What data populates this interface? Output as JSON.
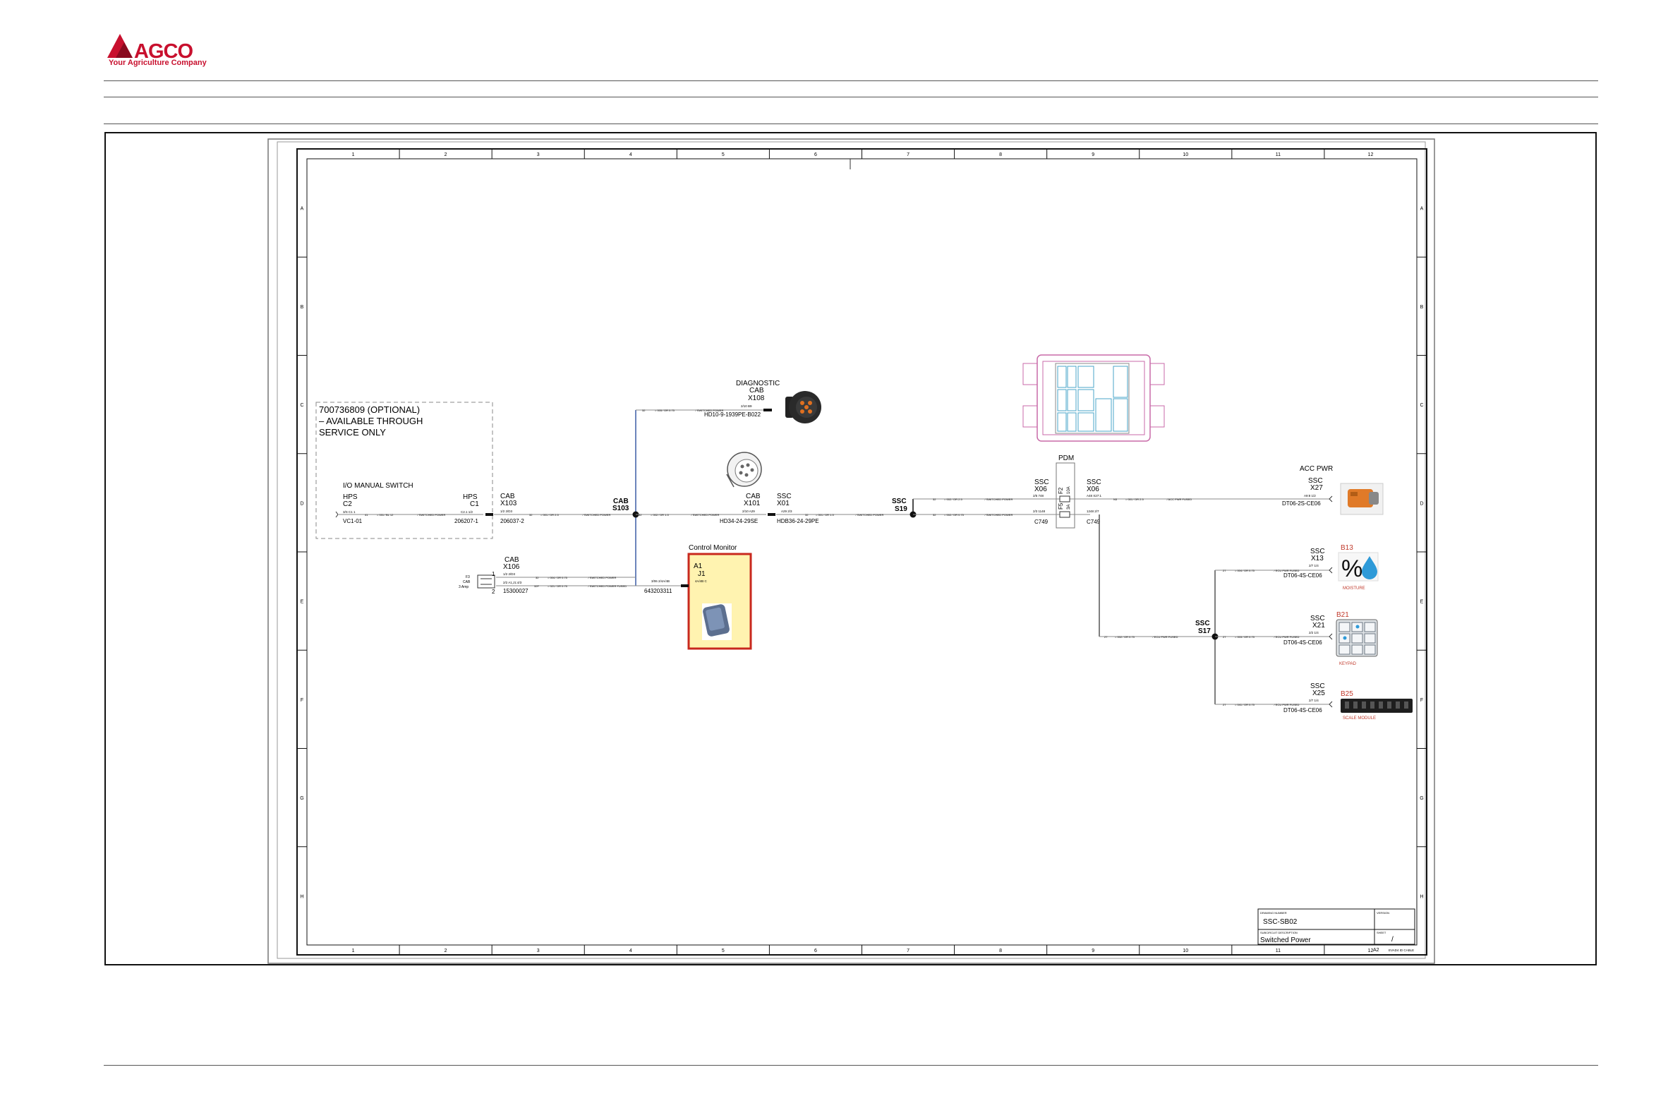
{
  "logo": {
    "brand": "AGCO",
    "tagline": "Your Agriculture Company",
    "color": "#c8102e"
  },
  "grid": {
    "columns": [
      "1",
      "2",
      "3",
      "4",
      "5",
      "6",
      "7",
      "8",
      "9",
      "10",
      "11",
      "12"
    ],
    "rows": [
      "A",
      "B",
      "C",
      "D",
      "E",
      "F",
      "G",
      "H"
    ]
  },
  "optional_note": {
    "line1": "700736809 (OPTIONAL)",
    "line2": "– AVAILABLE THROUGH",
    "line3": "SERVICE ONLY"
  },
  "components": {
    "io_switch": {
      "title": "I/O MANUAL SWITCH",
      "left_line1": "HPS",
      "left_line2": "C2",
      "left_part": "VC1-01",
      "right_line1": "HPS",
      "right_line2": "C1",
      "right_part": "206207-1",
      "pins": "3/S  C1 1",
      "pins2": "C2.1  1/2"
    },
    "cab_x103": {
      "line1": "CAB",
      "line2": "X103",
      "part": "206037-2",
      "pins": "1/2  2/D3"
    },
    "cab_s103": {
      "line1": "CAB",
      "line2": "S103"
    },
    "diagnostic": {
      "line1": "DIAGNOSTIC",
      "line2": "CAB",
      "line3": "X108",
      "part": "HD10-9-1939PE-B022",
      "pins": "2/10  B9"
    },
    "cab_x101": {
      "line1": "CAB",
      "line2": "X101",
      "part": "HD34-24-29SE",
      "pins": "2/10  A29"
    },
    "ssc_x01": {
      "line1": "SSC",
      "line2": "X01",
      "part": "HDB36-24-29PE",
      "pins": "A29  2/3"
    },
    "ssc_s19": {
      "line1": "SSC",
      "line2": "S19"
    },
    "ssc_x06_left": {
      "line1": "SSC",
      "line2": "X06",
      "part": "C749",
      "pins": "2/5  748",
      "pins2": "2/3  1148"
    },
    "ssc_x06_right": {
      "line1": "SSC",
      "line2": "X06",
      "part": "C749",
      "pins": "A48  X27:1",
      "pins2": "1248 2/7"
    },
    "fuse_f2": {
      "label": "F2",
      "rating": "10A"
    },
    "fuse_f5": {
      "label": "F5",
      "rating": "3A"
    },
    "pdm": {
      "label": "PDM"
    },
    "acc_pwr": {
      "title": "ACC PWR",
      "line1": "SSC",
      "line2": "X27",
      "part": "DT06-2S-CE06",
      "pins": "A9:8  1/2"
    },
    "cab_x106": {
      "line1": "CAB",
      "line2": "X106",
      "part": "15300027",
      "pins": "1/2  2/D3",
      "pins2": "2/2  A1,J1:4/3",
      "fuse_label": "F3",
      "fuse_loc": "CAB",
      "fuse_amp": "3 Amp",
      "pin1": "1",
      "pin2": "2"
    },
    "control_monitor": {
      "title": "Control Monitor",
      "line1": "A1",
      "line2": "J1",
      "part": "643203311",
      "pins": "4A/4B  C",
      "pins2": "3/06  2/4A/4B",
      "fill": "#fff3b0",
      "border": "#c8281e"
    },
    "ssc_s17": {
      "line1": "SSC",
      "line2": "S17"
    },
    "moisture": {
      "ref": "B13",
      "line1": "SSC",
      "line2": "X13",
      "part": "DT06-4S-CE06",
      "caption": "MOISTURE",
      "pins": "2/7  1/4",
      "glyph": "%",
      "drop_glyph": "💧"
    },
    "keypad": {
      "ref": "B21",
      "line1": "SSC",
      "line2": "X21",
      "part": "DT06-4S-CE06",
      "caption": "KEYPAD",
      "pins": "2/2  1/4"
    },
    "scale": {
      "ref": "B25",
      "line1": "SSC",
      "line2": "X25",
      "part": "DT06-4S-CE06",
      "caption": "SCALE MODULE",
      "pins": "2/7  1/4"
    }
  },
  "wires": {
    "w1": {
      "gauge": "= 031 ⁄ BL 12",
      "label": "⁄ SWITCHED POWER",
      "num": "41"
    },
    "w2": {
      "gauge": "= 001 ⁄ OR 2.5",
      "label": "⁄ SWITCHED POWER",
      "num": "32"
    },
    "w3": {
      "gauge": "= 002 ⁄ OR 1.5",
      "label": "⁄ SWITCHED POWER",
      "num": "32"
    },
    "w4": {
      "gauge": "= 001 ⁄ OR 1.5",
      "label": "⁄ SWITCHED POWER",
      "num": "32"
    },
    "w5": {
      "gauge": "= 005 ⁄ OR 0.75",
      "label": "⁄ SWITCHED POWER",
      "num": "32"
    },
    "w6": {
      "gauge": "= 002 ⁄ OR 2.5",
      "label": "⁄ SWITCHED POWER",
      "num": "32"
    },
    "w7": {
      "gauge": "= 002 ⁄ OR 0.75",
      "label": "⁄ SWITCHED POWER",
      "num": "32"
    },
    "w8": {
      "gauge": "= 001 ⁄ OR 2.5",
      "label": "⁄ ACC PWR FUSED",
      "num": "N3"
    },
    "w9": {
      "gauge": "= 004 ⁄ OR 0.75",
      "label": "⁄ SWITCHED POWER",
      "num": "32"
    },
    "w10": {
      "gauge": "= 021 ⁄ OR 0.75",
      "label": "⁄ SWITCHED POWER FUSED",
      "num": "32F"
    },
    "w11": {
      "gauge": "= 002 ⁄ OR 0.75",
      "label": "⁄ ECU PWR FUSED",
      "num": "27"
    },
    "w12": {
      "gauge": "= 004 ⁄ OR 0.75",
      "label": "⁄ ECU PWR FUSED",
      "num": "27"
    },
    "w13": {
      "gauge": "= 003 ⁄ OR 0.75",
      "label": "⁄ ECU PWR FUSED",
      "num": "27"
    },
    "w14": {
      "gauge": "= 041 ⁄ OR 0.75",
      "label": "⁄ ECU PWR FUSED",
      "num": "27"
    }
  },
  "title_block": {
    "drawing_number_label": "DRAWING NUMBER",
    "drawing_number": "SSC-SB02",
    "version_label": "VERSION",
    "subcircuit_label": "SUBCIRCUIT DESCRIPTION",
    "subcircuit": "Switched Power",
    "sheet_label": "SHEET",
    "sheet_value": "/",
    "size": "A2",
    "sheet_code": "EVAD4 ID CABLE"
  }
}
